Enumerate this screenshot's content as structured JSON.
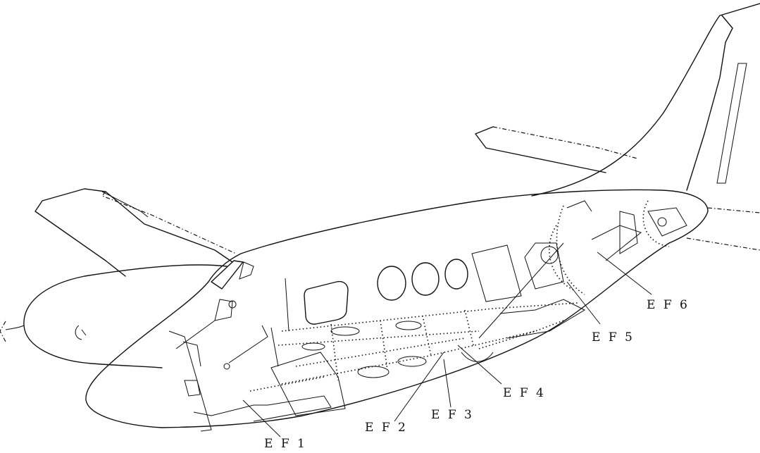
{
  "labels": {
    "ef1": "E F 1",
    "ef2": "E F 2",
    "ef3": "E F 3",
    "ef4": "E F 4",
    "ef5": "E F 5",
    "ef6": "E F 6"
  },
  "colors": {
    "ink": "#111111",
    "paper": "#ffffff"
  }
}
